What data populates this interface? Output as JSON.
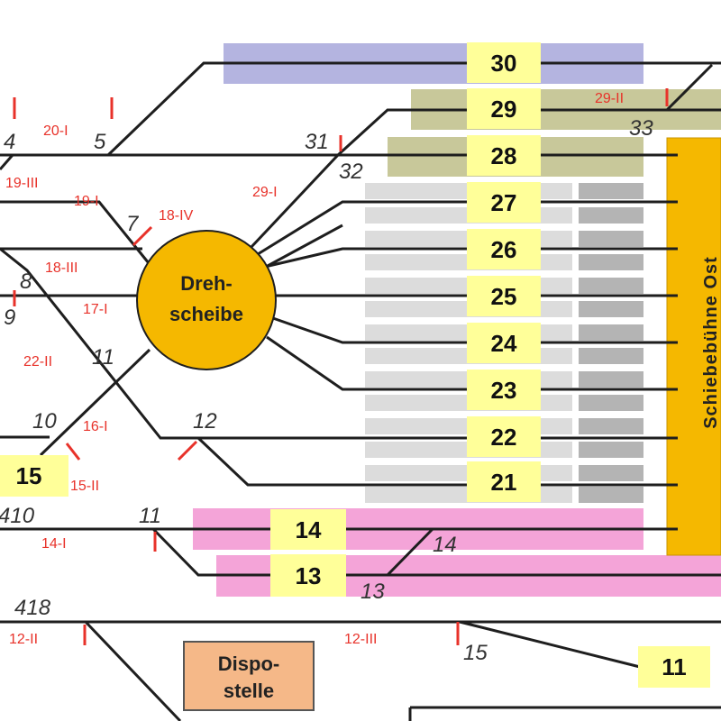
{
  "diagram": {
    "platform_numbers": {
      "t30": "30",
      "t29": "29",
      "t28": "28",
      "t27": "27",
      "t26": "26",
      "t25": "25",
      "t24": "24",
      "t23": "23",
      "t22": "22",
      "t21": "21",
      "t15": "15",
      "t14": "14",
      "t13": "13",
      "t11": "11"
    },
    "turntable": {
      "line1": "Dreh-",
      "line2": "scheibe"
    },
    "transfer_table": "Schiebebühne Ost",
    "dispo": {
      "line1": "Dispo-",
      "line2": "stelle"
    },
    "switch_numbers": {
      "n4": "4",
      "n5": "5",
      "n7": "7",
      "n8": "8",
      "n9": "9",
      "n10": "10",
      "n11a": "11",
      "n11b": "11",
      "n12": "12",
      "n13": "13",
      "n14": "14",
      "n15": "15",
      "n31": "31",
      "n32": "32",
      "n33": "33",
      "n410": "410",
      "n418": "418"
    },
    "signal_labels": {
      "s20I": "20-I",
      "s19III": "19-III",
      "s19I": "19-I",
      "s29I": "29-I",
      "s18IV": "18-IV",
      "s18III": "18-III",
      "s17I": "17-I",
      "s22II": "22-II",
      "s16I": "16-I",
      "s15II": "15-II",
      "s14I": "14-I",
      "s12II": "12-II",
      "s12III": "12-III",
      "s29II": "29-II"
    },
    "colors": {
      "track": "#1e1e1e",
      "signal": "#e8322a",
      "turntable_fill": "#f5b800",
      "number_box": "#ffff99",
      "track30_band": "#b4b4e0",
      "track28_29_band": "#c8c89a",
      "depot_light": "#dcdcdc",
      "depot_dark": "#b4b4b4",
      "track13_14_band": "#f4a4d8",
      "dispo_fill": "#f5b888"
    }
  }
}
